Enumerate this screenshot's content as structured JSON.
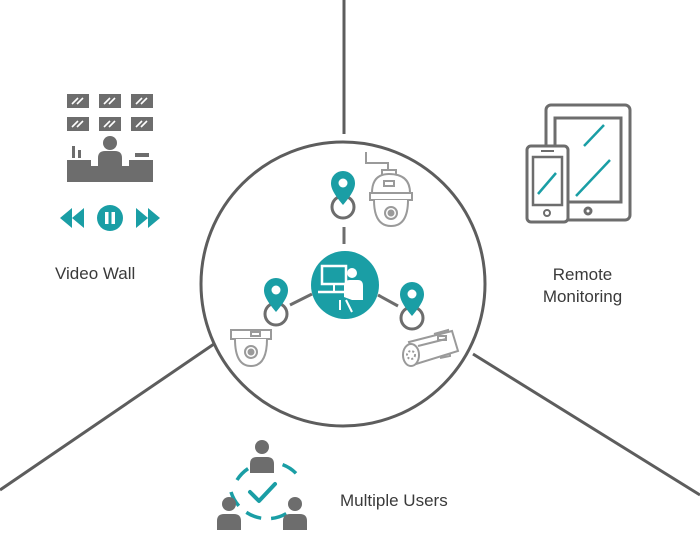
{
  "sections": {
    "video_wall": {
      "label": "Video Wall"
    },
    "remote_monitoring": {
      "label_line1": "Remote",
      "label_line2": "Monitoring"
    },
    "multiple_users": {
      "label": "Multiple Users"
    }
  },
  "colors": {
    "teal": "#1a9ea5",
    "gray": "#6d6d6d",
    "line": "#5d5d5d",
    "light_gray": "#9a9a9a"
  },
  "icons": [
    "video-wall-icon",
    "playback-controls-icon",
    "tablet-icon",
    "phone-icon",
    "users-network-icon",
    "operator-station-icon",
    "ptz-camera-icon",
    "dome-camera-icon",
    "bullet-camera-icon",
    "location-pin-icon"
  ]
}
